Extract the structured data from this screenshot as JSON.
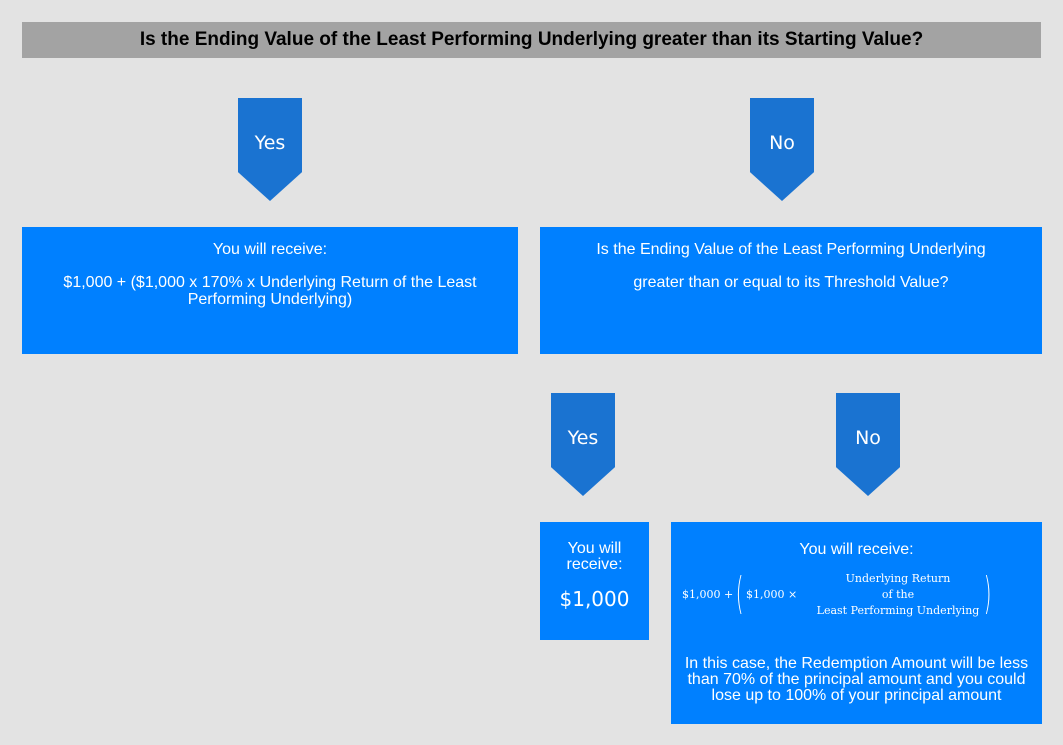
{
  "header": {
    "question": "Is the Ending Value of the Least Performing Underlying greater than its Starting Value?"
  },
  "arrows": {
    "top_yes": "Yes",
    "top_no": "No",
    "bottom_yes": "Yes",
    "bottom_no": "No"
  },
  "box_yes_outcome": {
    "title": "You will receive:",
    "formula": "$1,000 + ($1,000 x 170% x Underlying Return of the Least Performing Underlying)"
  },
  "box_threshold_question": {
    "line1": "Is the Ending Value of the Least Performing Underlying",
    "line2": "greater than or equal to its Threshold Value?"
  },
  "box_threshold_yes": {
    "title": "You will receive:",
    "amount": "$1,000"
  },
  "box_threshold_no": {
    "title": "You will receive:",
    "formula_prefix": "$1,000 +",
    "formula_inner": "$1,000 ×",
    "formula_term_line1": "Underlying Return",
    "formula_term_line2": "of the",
    "formula_term_line3": "Least Performing Underlying",
    "note": "In this case, the Redemption Amount will be less than 70% of the principal amount and you could lose up to 100% of your principal amount"
  },
  "colors": {
    "background": "#e3e3e3",
    "header": "#a3a3a3",
    "box": "#0080ff",
    "arrow": "#1a73d1"
  }
}
